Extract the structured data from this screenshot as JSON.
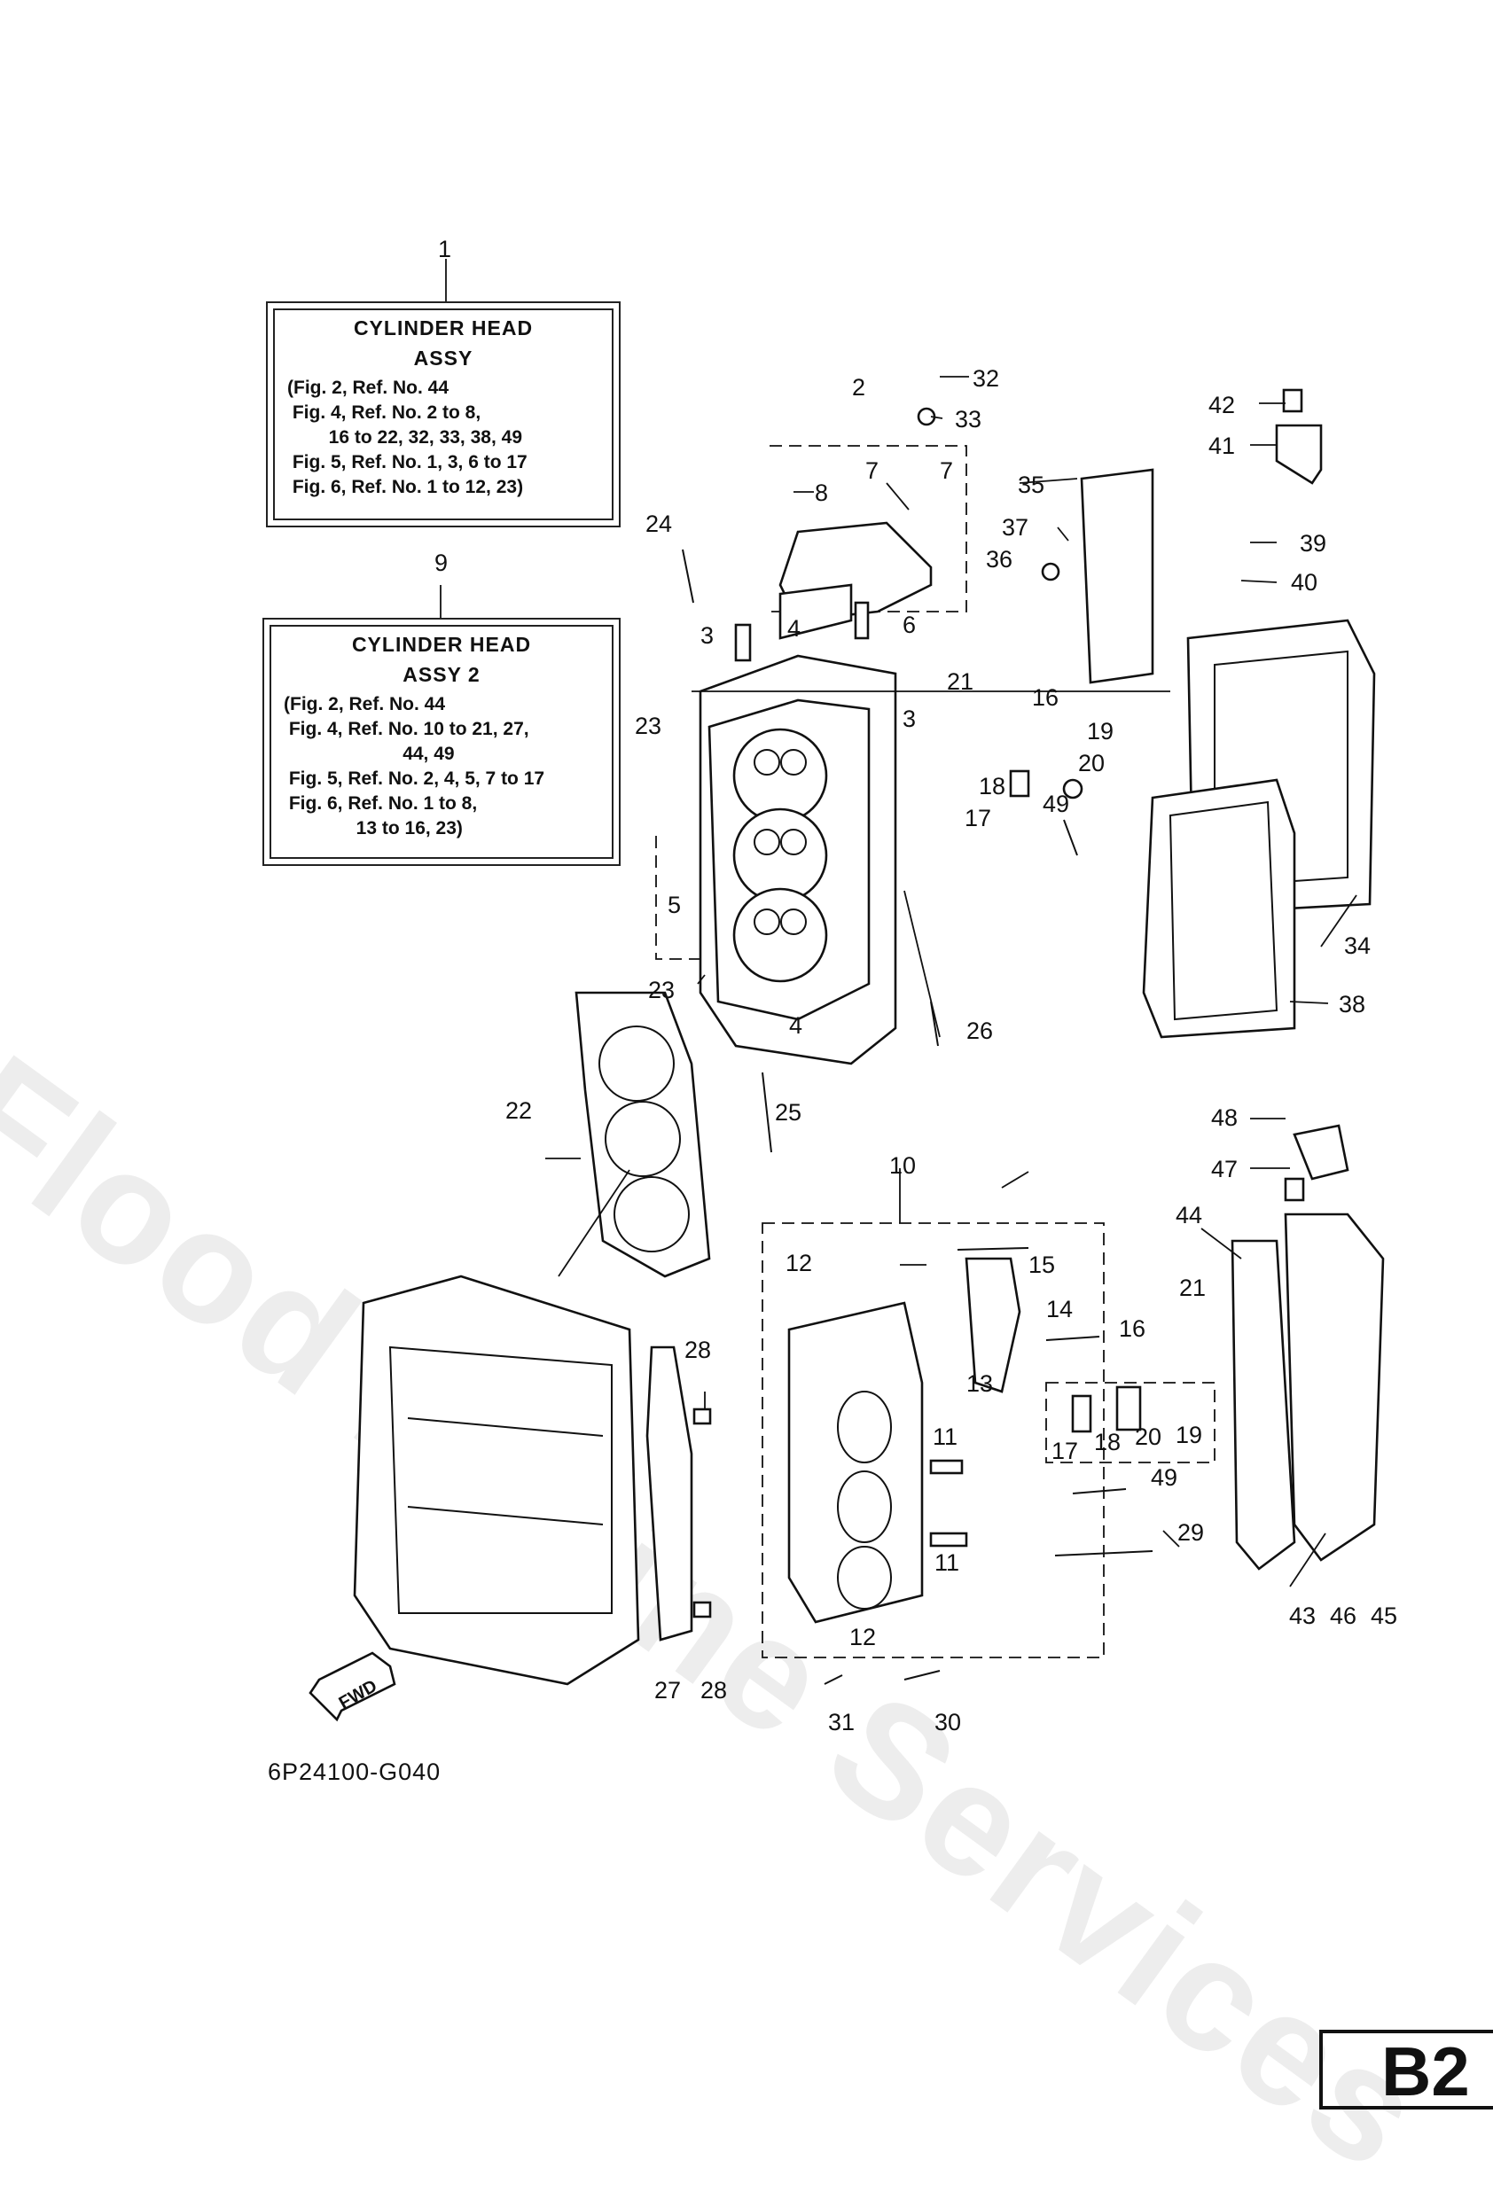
{
  "watermark": "Flood Marine Services",
  "figure_code": "6P24100-G040",
  "page_tag": "B2",
  "fwd_label": "FWD",
  "box1": {
    "callout": "1",
    "title": "CYLINDER HEAD",
    "subtitle": "ASSY",
    "lines": [
      "(Fig. 2, Ref. No. 44",
      " Fig. 4, Ref. No. 2 to 8,",
      "        16 to 22, 32, 33, 38, 49",
      " Fig. 5, Ref. No. 1, 3, 6 to 17",
      " Fig. 6, Ref. No. 1 to 12, 23)"
    ]
  },
  "box9": {
    "callout": "9",
    "title": "CYLINDER HEAD",
    "subtitle": "ASSY 2",
    "lines": [
      "(Fig. 2, Ref. No. 44",
      " Fig. 4, Ref. No. 10 to 21, 27,",
      "                       44, 49",
      " Fig. 5, Ref. No. 2, 4, 5, 7 to 17",
      " Fig. 6, Ref. No. 1 to 8,",
      "              13 to 16, 23)"
    ]
  },
  "callouts": {
    "c2": "2",
    "c3a": "3",
    "c3b": "3",
    "c4a": "4",
    "c4b": "4",
    "c5": "5",
    "c6": "6",
    "c7a": "7",
    "c7b": "7",
    "c8": "8",
    "c10": "10",
    "c11a": "11",
    "c11b": "11",
    "c12a": "12",
    "c12b": "12",
    "c13": "13",
    "c14": "14",
    "c15": "15",
    "c16a": "16",
    "c16b": "16",
    "c17a": "17",
    "c17b": "17",
    "c18a": "18",
    "c18b": "18",
    "c19a": "19",
    "c19b": "19",
    "c20a": "20",
    "c20b": "20",
    "c21a": "21",
    "c21b": "21",
    "c22": "22",
    "c23a": "23",
    "c23b": "23",
    "c24": "24",
    "c25": "25",
    "c26": "26",
    "c27": "27",
    "c28a": "28",
    "c28b": "28",
    "c29": "29",
    "c30": "30",
    "c31": "31",
    "c32": "32",
    "c33": "33",
    "c34": "34",
    "c35": "35",
    "c36": "36",
    "c37": "37",
    "c38": "38",
    "c39": "39",
    "c40": "40",
    "c41": "41",
    "c42": "42",
    "c43": "43",
    "c44": "44",
    "c45": "45",
    "c46": "46",
    "c47": "47",
    "c48": "48",
    "c49a": "49",
    "c49b": "49"
  }
}
